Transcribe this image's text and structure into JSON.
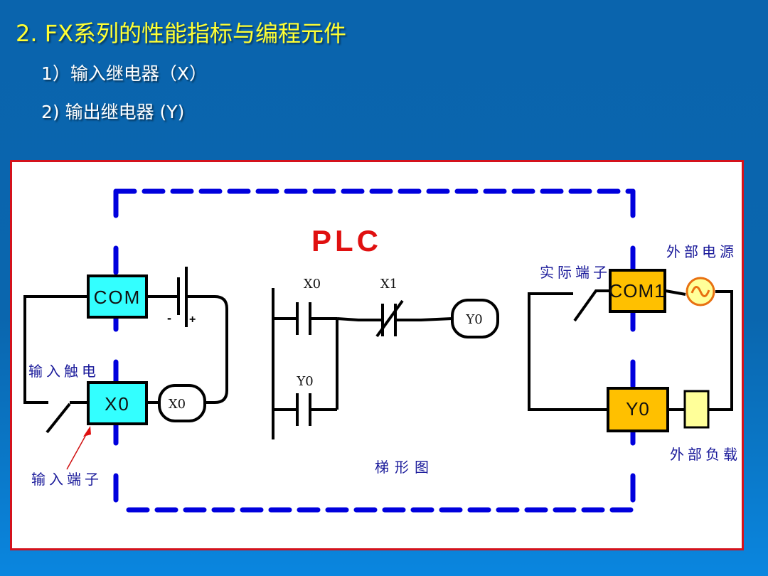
{
  "slide": {
    "title": "2. FX系列的性能指标与编程元件",
    "bullets": [
      "1）输入继电器（X）",
      "2)  输出继电器 (Y)"
    ]
  },
  "diagram": {
    "plc_label": "PLC",
    "ladder_caption": "梯形图",
    "input_side": {
      "com_terminal": "COM",
      "x0_terminal": "X0",
      "x0_coil": "X0",
      "battery_minus": "-",
      "battery_plus": "+",
      "contact_label": "输入触电",
      "terminal_label": "输入端子"
    },
    "ladder": {
      "contact_x0": "X0",
      "contact_x1": "X1",
      "contact_y0": "Y0",
      "coil_y0": "Y0"
    },
    "output_side": {
      "com1_terminal": "COM1",
      "y0_terminal": "Y0",
      "actual_terminal_label": "实际端子",
      "power_label": "外部电源",
      "load_label": "外部负载"
    },
    "colors": {
      "input_terminal": "#33ffff",
      "output_terminal": "#ffc000",
      "load": "#ffff99",
      "plc_boundary": "#0000dd",
      "plc_text": "#e01010",
      "panel_border": "#d4121c",
      "title": "#ffff33"
    }
  }
}
